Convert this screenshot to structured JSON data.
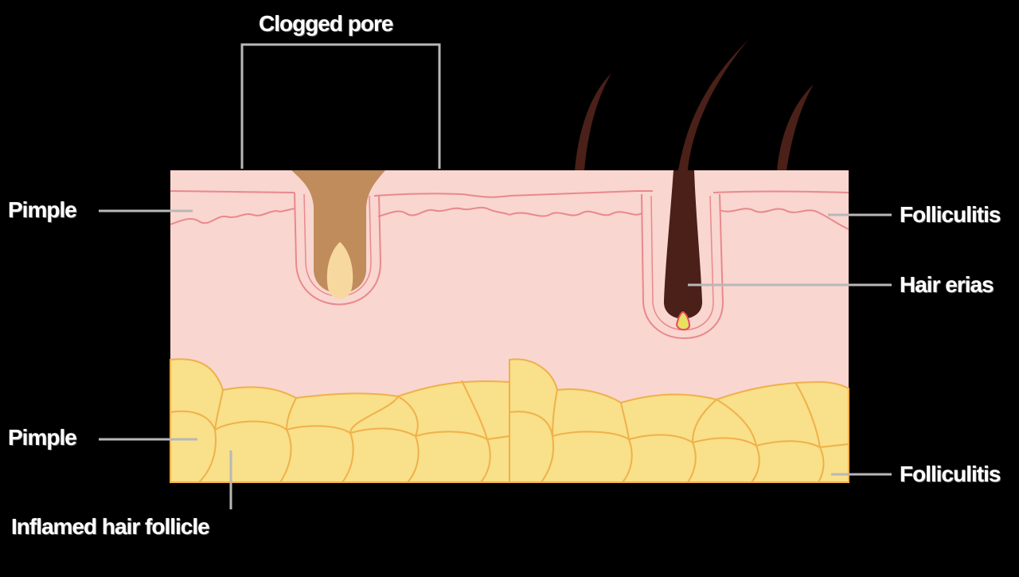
{
  "diagram": {
    "labels": {
      "clogged_pore": "Clogged pore",
      "pimple_top": "Pimple",
      "pimple_bottom": "Pimple",
      "inflamed": "Inflamed hair follicle",
      "folliculitis_top": "Folliculitis",
      "hair_erias": "Hair erias",
      "folliculitis_bottom": "Folliculitis"
    },
    "colors": {
      "background": "#000000",
      "skin": "#f9d6d0",
      "skin_line": "#e9888c",
      "fat": "#f9e08a",
      "fat_line": "#f0b04a",
      "sebum": "#c08c5c",
      "whitehead": "#f7d9a0",
      "hair": "#4a2018",
      "leader_line": "#b8b8b8",
      "infection": "#e8e060"
    }
  }
}
